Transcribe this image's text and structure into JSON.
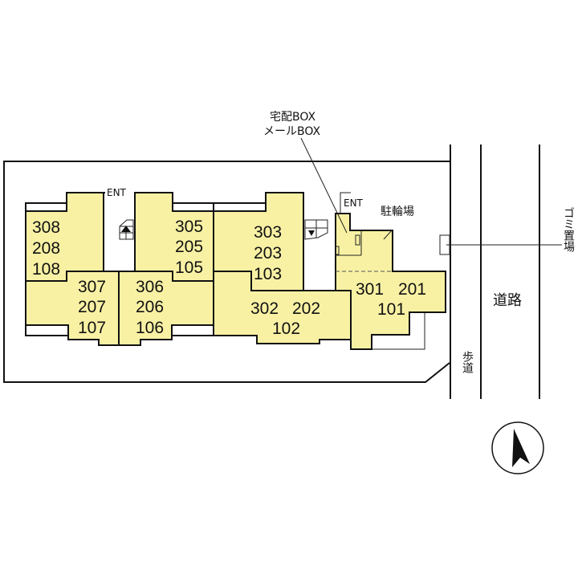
{
  "labels": {
    "delivery_box": "宅配BOX",
    "mail_box": "メールBOX",
    "ent_left": "ENT",
    "ent_right": "ENT",
    "bicycle_parking": "駐輪場",
    "garbage": "ゴミ置場",
    "road": "道路",
    "sidewalk": "歩道"
  },
  "units": {
    "u308": [
      "308",
      "208",
      "108"
    ],
    "u307": [
      "307",
      "207",
      "107"
    ],
    "u306": [
      "306",
      "206",
      "106"
    ],
    "u305": [
      "305",
      "205",
      "105"
    ],
    "u303": [
      "303",
      "203",
      "103"
    ],
    "u302": [
      "302",
      "202",
      "102"
    ],
    "u301": [
      "301",
      "201",
      "101"
    ]
  },
  "colors": {
    "unit_fill": "#f8f1a4",
    "line": "#111111"
  }
}
